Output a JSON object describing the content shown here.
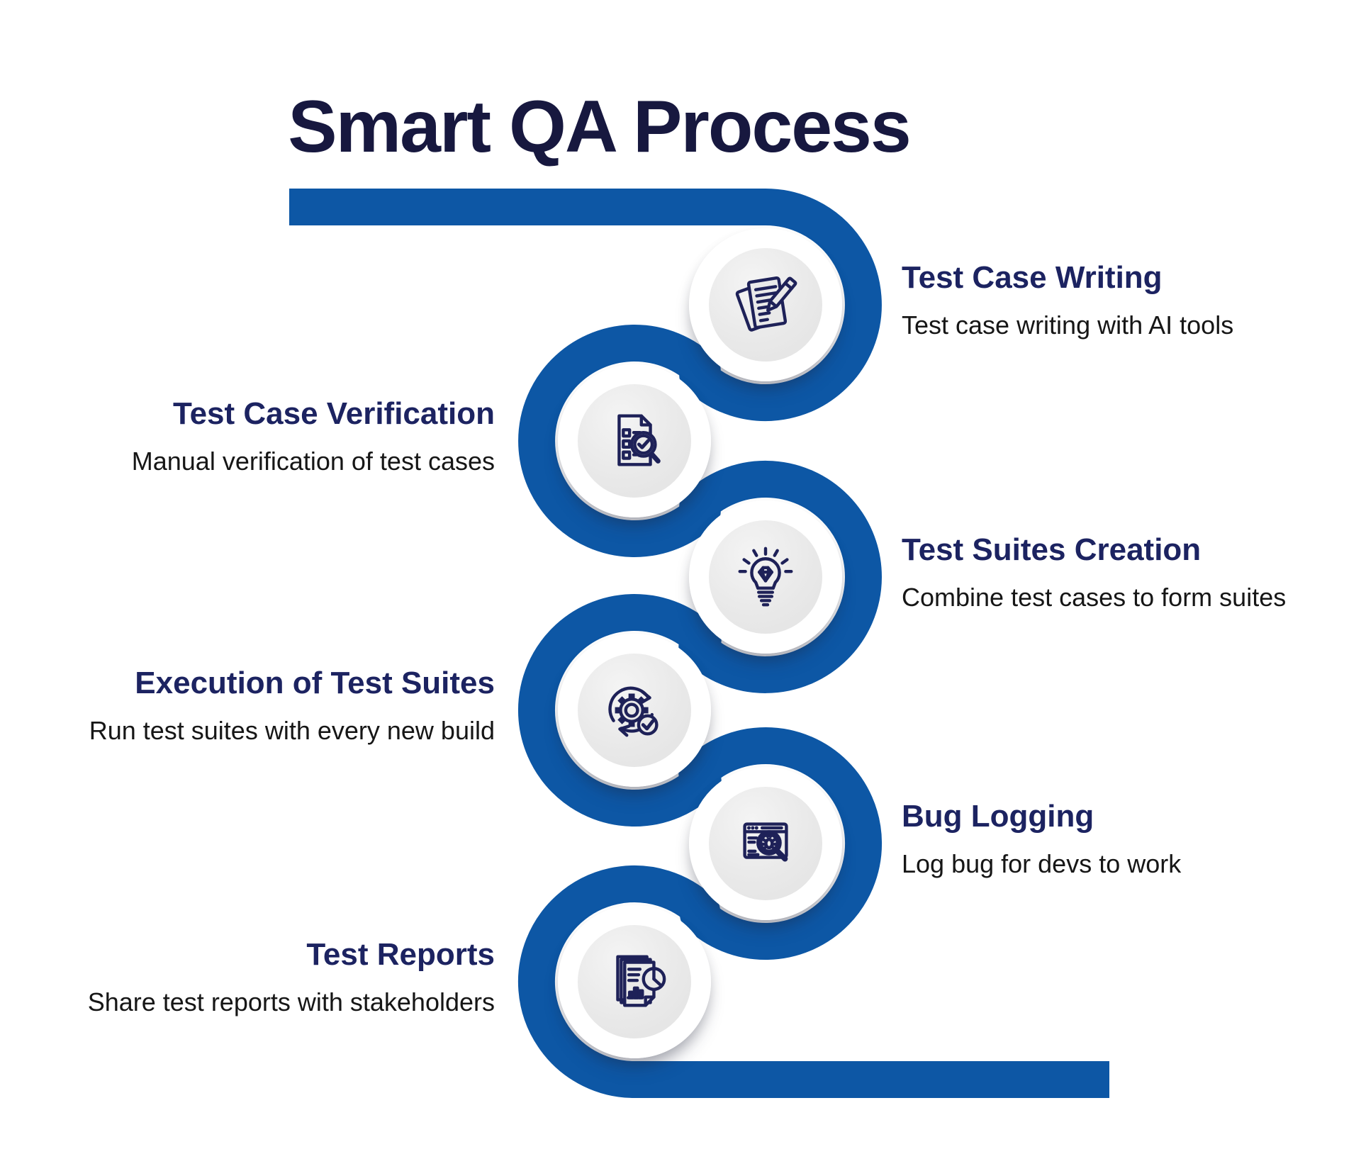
{
  "title": "Smart QA Process",
  "colors": {
    "path_blue": "#0d57a5",
    "title_navy": "#17183f",
    "heading_navy": "#1c2361",
    "body_text": "#161616",
    "circle_gray": "#e9e9e9",
    "icon_stroke": "#1e2158"
  },
  "steps": [
    {
      "title": "Test Case Writing",
      "description": "Test case writing with AI tools",
      "icon": "note-pencil-icon",
      "side": "right"
    },
    {
      "title": "Test Case Verification",
      "description": "Manual verification of test cases",
      "icon": "checklist-magnifier-icon",
      "side": "left"
    },
    {
      "title": "Test Suites Creation",
      "description": "Combine test cases to form suites",
      "icon": "lightbulb-diamond-icon",
      "side": "right"
    },
    {
      "title": "Execution of Test Suites",
      "description": "Run test suites with every new build",
      "icon": "gear-sync-check-icon",
      "side": "left"
    },
    {
      "title": "Bug Logging",
      "description": "Log bug for devs to work",
      "icon": "browser-bug-magnifier-icon",
      "side": "right"
    },
    {
      "title": "Test Reports",
      "description": "Share test reports with stakeholders",
      "icon": "report-charts-icon",
      "side": "left"
    }
  ]
}
